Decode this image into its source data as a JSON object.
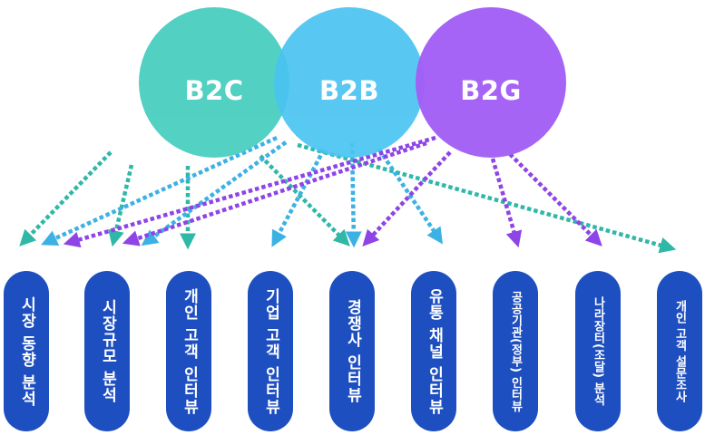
{
  "circles": [
    {
      "label": "B2C",
      "color": "#4dcfc1"
    },
    {
      "label": "B2B",
      "color": "#4ac4f1"
    },
    {
      "label": "B2G",
      "color": "#a35ff5"
    }
  ],
  "methods": [
    "시장 동향 분석",
    "시장규모 분석",
    "개인 고객 인터뷰",
    "기업 고객 인터뷰",
    "경쟁사 인터뷰",
    "유통 채널 인터뷰",
    "공공기관(정부) 인터뷰",
    "나라장터(조달) 분석",
    "개인 고객 설문조사"
  ],
  "connections": [
    {
      "from": "B2C",
      "to": "시장 동향 분석"
    },
    {
      "from": "B2C",
      "to": "시장규모 분석"
    },
    {
      "from": "B2C",
      "to": "개인 고객 인터뷰"
    },
    {
      "from": "B2C",
      "to": "경쟁사 인터뷰"
    },
    {
      "from": "B2C",
      "to": "개인 고객 설문조사"
    },
    {
      "from": "B2B",
      "to": "시장 동향 분석"
    },
    {
      "from": "B2B",
      "to": "시장규모 분석"
    },
    {
      "from": "B2B",
      "to": "기업 고객 인터뷰"
    },
    {
      "from": "B2B",
      "to": "경쟁사 인터뷰"
    },
    {
      "from": "B2B",
      "to": "유통 채널 인터뷰"
    },
    {
      "from": "B2G",
      "to": "시장 동향 분석"
    },
    {
      "from": "B2G",
      "to": "시장규모 분석"
    },
    {
      "from": "B2G",
      "to": "경쟁사 인터뷰"
    },
    {
      "from": "B2G",
      "to": "공공기관(정부) 인터뷰"
    },
    {
      "from": "B2G",
      "to": "나라장터(조달) 분석"
    }
  ]
}
